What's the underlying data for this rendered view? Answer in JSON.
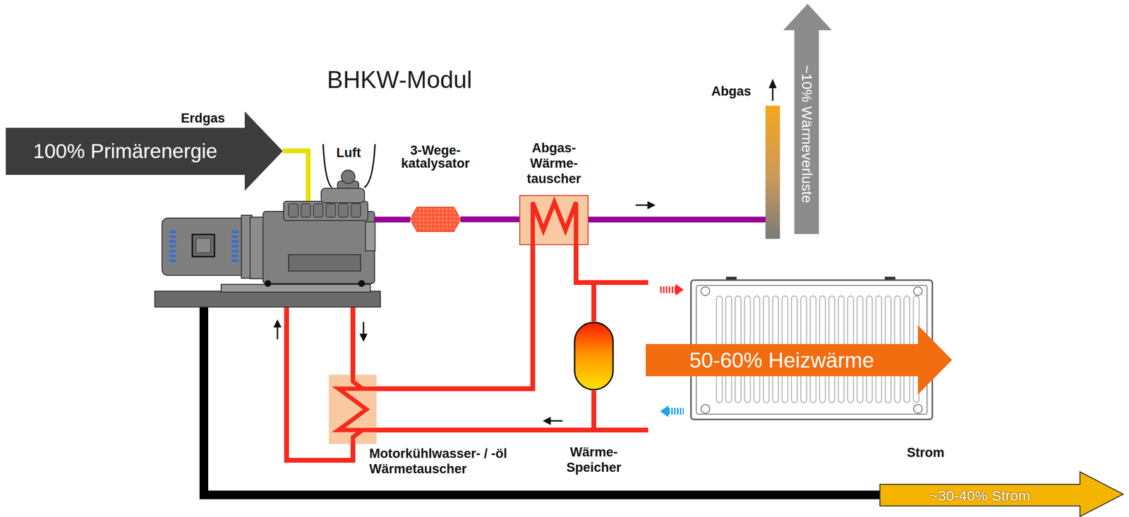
{
  "diagram": {
    "title": "BHKW-Modul",
    "nodes": [
      {
        "text": [
          "Erdgas",
          "100% Primärenergie"
        ]
      },
      {
        "text": [
          "3-Wege- katalysator"
        ]
      },
      {
        "text": [
          "Abgas- Wärme- tauscher"
        ]
      },
      {
        "text": [
          "Abgas"
        ]
      },
      {
        "text": [
          "~10% Wärmeverluste"
        ]
      },
      {
        "text": [
          "Motorkühlwasser- / -öl Wärmetauscher"
        ]
      },
      {
        "text": [
          "Wärme- Speicher"
        ]
      },
      {
        "text": [
          "50-60% Heizwärme"
        ]
      },
      {
        "text": [
          "Strom",
          "~30-40% Strom"
        ]
      }
    ],
    "edges": [
      {
        "from": 1,
        "to": 2,
        "arrow": "none"
      },
      {
        "from": 2,
        "to": 3,
        "arrow": "none"
      },
      {
        "from": 5,
        "to": 2,
        "arrow": "none"
      },
      {
        "from": 2,
        "to": 6,
        "arrow": "none"
      },
      {
        "from": 6,
        "to": 5,
        "arrow": "none"
      }
    ],
    "labels": [
      "Luft"
    ]
  }
}
